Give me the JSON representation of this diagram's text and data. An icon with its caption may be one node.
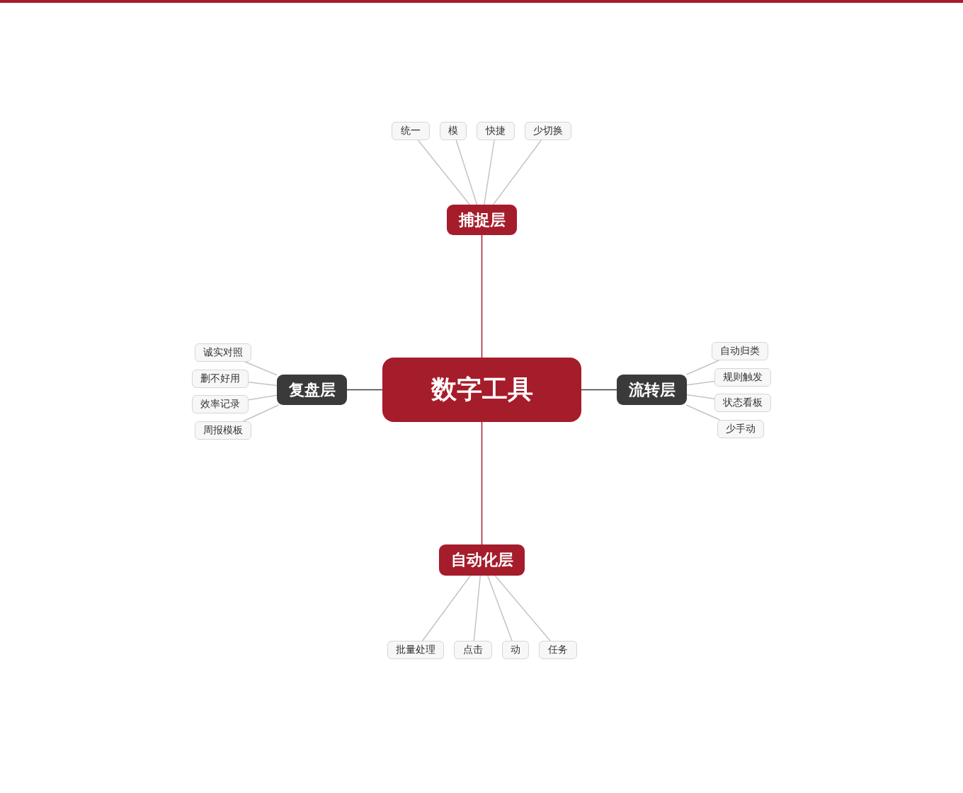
{
  "diagram": {
    "nodes": [
      {
        "text": [
          "数字工具"
        ]
      },
      {
        "text": [
          "捕捉层"
        ]
      },
      {
        "text": [
          "统一"
        ]
      },
      {
        "text": [
          "模"
        ]
      },
      {
        "text": [
          "快捷"
        ]
      },
      {
        "text": [
          "少切换"
        ]
      },
      {
        "text": [
          "流转层"
        ]
      },
      {
        "text": [
          "自动归类"
        ]
      },
      {
        "text": [
          "规则触发"
        ]
      },
      {
        "text": [
          "状态看板"
        ]
      },
      {
        "text": [
          "少手动"
        ]
      },
      {
        "text": [
          "自动化层"
        ]
      },
      {
        "text": [
          "批量处理"
        ]
      },
      {
        "text": [
          "点击"
        ]
      },
      {
        "text": [
          "动"
        ]
      },
      {
        "text": [
          "任务"
        ]
      },
      {
        "text": [
          "复盘层"
        ]
      },
      {
        "text": [
          "诚实对照"
        ]
      },
      {
        "text": [
          "删不好用"
        ]
      },
      {
        "text": [
          "效率记录"
        ]
      },
      {
        "text": [
          "周报模板"
        ]
      }
    ],
    "edges": [
      {
        "from": 0,
        "to": 1,
        "arrow": "none",
        "color": "#a51c2b"
      },
      {
        "from": 0,
        "to": 6,
        "arrow": "none",
        "color": "#3a3a3a"
      },
      {
        "from": 0,
        "to": 11,
        "arrow": "none",
        "color": "#a51c2b"
      },
      {
        "from": 0,
        "to": 16,
        "arrow": "none",
        "color": "#3a3a3a"
      },
      {
        "from": 1,
        "to": 2,
        "arrow": "none"
      },
      {
        "from": 1,
        "to": 3,
        "arrow": "none"
      },
      {
        "from": 1,
        "to": 4,
        "arrow": "none"
      },
      {
        "from": 1,
        "to": 5,
        "arrow": "none"
      },
      {
        "from": 6,
        "to": 7,
        "arrow": "none"
      },
      {
        "from": 6,
        "to": 8,
        "arrow": "none"
      },
      {
        "from": 6,
        "to": 9,
        "arrow": "none"
      },
      {
        "from": 6,
        "to": 10,
        "arrow": "none"
      },
      {
        "from": 11,
        "to": 12,
        "arrow": "none"
      },
      {
        "from": 11,
        "to": 13,
        "arrow": "none"
      },
      {
        "from": 11,
        "to": 14,
        "arrow": "none"
      },
      {
        "from": 11,
        "to": 15,
        "arrow": "none"
      },
      {
        "from": 16,
        "to": 17,
        "arrow": "none"
      },
      {
        "from": 16,
        "to": 18,
        "arrow": "none"
      },
      {
        "from": 16,
        "to": 19,
        "arrow": "none"
      },
      {
        "from": 16,
        "to": 20,
        "arrow": "none"
      }
    ]
  }
}
